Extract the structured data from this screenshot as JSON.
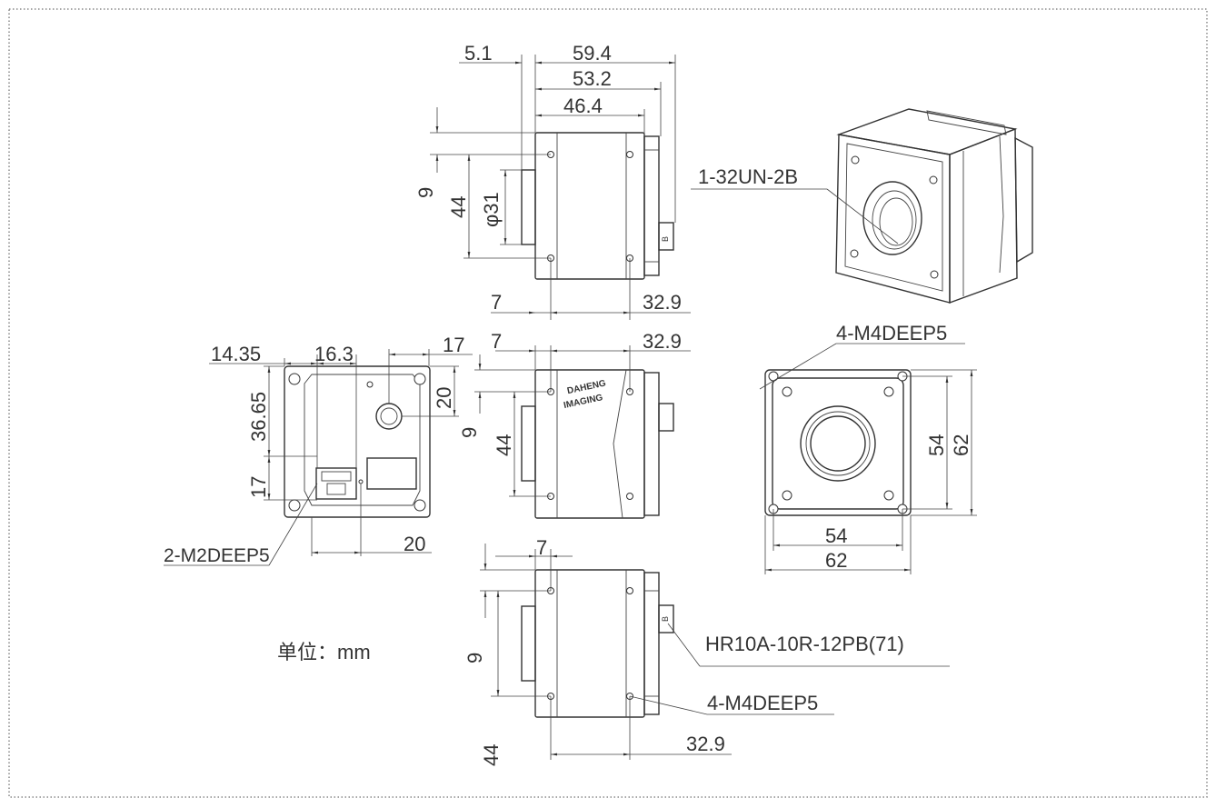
{
  "dimensions": {
    "side_top": {
      "d1": "5.1",
      "d2": "59.4",
      "d3": "53.2",
      "d4": "46.4",
      "h1": "9",
      "h2": "44",
      "dia": "φ31",
      "b1": "7",
      "b2": "32.9"
    },
    "rear": {
      "w1": "14.35",
      "w2": "16.3",
      "w3": "17",
      "v1": "36.65",
      "v2": "17",
      "v3": "20",
      "b1": "20"
    },
    "side_mid": {
      "t1": "7",
      "t2": "32.9",
      "h1": "9",
      "h2": "44"
    },
    "front": {
      "w1": "54",
      "w2": "62",
      "h1": "54",
      "h2": "62"
    },
    "side_bottom": {
      "t1": "7",
      "h1": "9",
      "h2": "44",
      "b1": "32.9"
    }
  },
  "callouts": {
    "thread": "1-32UN-2B",
    "front_holes": "4-M4DEEP5",
    "rear_holes": "2-M2DEEP5",
    "connector": "HR10A-10R-12PB(71)",
    "side_holes": "4-M4DEEP5"
  },
  "logo": {
    "line1": "DAHENG",
    "line2": "IMAGING"
  },
  "unit_note": "单位：mm"
}
